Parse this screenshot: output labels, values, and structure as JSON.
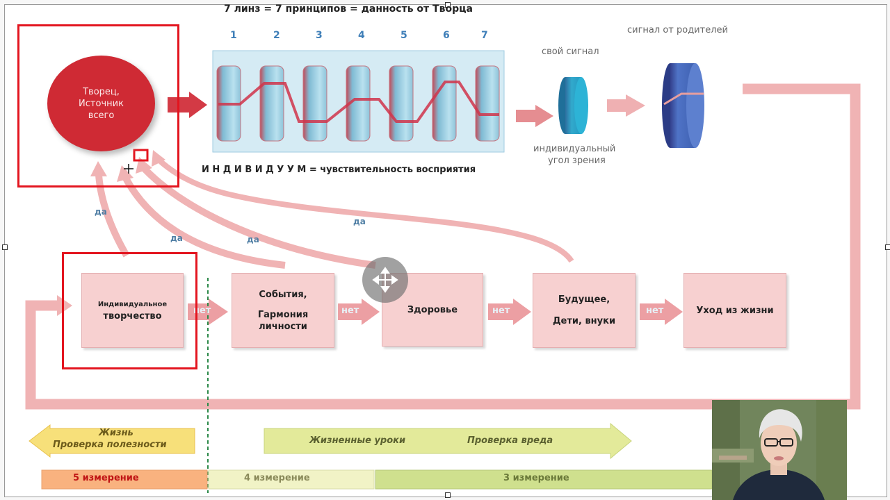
{
  "header": {
    "title": "7 линз = 7 принципов = данность от Творца"
  },
  "lens_numbers": [
    "1",
    "2",
    "3",
    "4",
    "5",
    "6",
    "7"
  ],
  "creator": {
    "label": "Творец,\nИсточник\nвсего"
  },
  "individual_caption": "И Н Д И В И Д У У М = чувствительность восприятия",
  "own_signal": "свой сигнал",
  "parents_signal": "сигнал от родителей",
  "angle_line1": "индивидуальный",
  "angle_line2": "угол зрения",
  "yes_labels": [
    "да",
    "да",
    "да",
    "да"
  ],
  "no_labels": [
    "нет",
    "нет",
    "нет",
    "нет"
  ],
  "steps": [
    {
      "line1": "Индивидуальное",
      "line2": "творчество"
    },
    {
      "line1": "События,",
      "line2": "Гармония",
      "line3": "личности"
    },
    {
      "line1": "Здоровье"
    },
    {
      "line1": "Будущее,",
      "line2": "Дети, внуки"
    },
    {
      "line1": "Уход из жизни"
    }
  ],
  "life_arrow": {
    "line1": "Жизнь",
    "line2": "Проверка полезности"
  },
  "lessons_arrow": {
    "left": "Жизненные уроки",
    "right": "Проверка вреда"
  },
  "dimensions": [
    "5 измерение",
    "4 измерение",
    "3 измерение"
  ],
  "colors": {
    "accent_red": "#e3151f",
    "creator_red": "#cf2a34",
    "box_pink": "#f7d0d0",
    "arrow_pink": "#f0b3b4",
    "lens_blue": "#a9d5e6",
    "dim5": "#f9b27f",
    "dim4": "#f1f3c6",
    "dim3": "#cfe08e"
  },
  "icons": {
    "move": "move-arrows-icon",
    "cursor": "crosshair-cursor-icon"
  }
}
